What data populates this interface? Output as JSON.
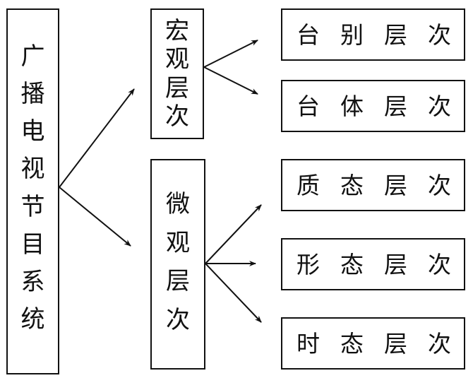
{
  "diagram": {
    "root": {
      "label": "广播电视节目系统",
      "chars": [
        "广",
        "播",
        "电",
        "视",
        "节",
        "目",
        "系",
        "统"
      ]
    },
    "branches": [
      {
        "label": "宏观层次",
        "chars": [
          "宏",
          "观",
          "层",
          "次"
        ],
        "children": [
          {
            "label": "台别层次",
            "chars": [
              "台",
              "别",
              "层",
              "次"
            ]
          },
          {
            "label": "台体层次",
            "chars": [
              "台",
              "体",
              "层",
              "次"
            ]
          }
        ]
      },
      {
        "label": "微观层次",
        "chars": [
          "微",
          "观",
          "层",
          "次"
        ],
        "children": [
          {
            "label": "质态层次",
            "chars": [
              "质",
              "态",
              "层",
              "次"
            ]
          },
          {
            "label": "形态层次",
            "chars": [
              "形",
              "态",
              "层",
              "次"
            ]
          },
          {
            "label": "时态层次",
            "chars": [
              "时",
              "态",
              "层",
              "次"
            ]
          }
        ]
      }
    ],
    "edges": [
      {
        "from": "广播电视节目系统",
        "to": "宏观层次"
      },
      {
        "from": "广播电视节目系统",
        "to": "微观层次"
      },
      {
        "from": "宏观层次",
        "to": "台别层次"
      },
      {
        "from": "宏观层次",
        "to": "台体层次"
      },
      {
        "from": "微观层次",
        "to": "质态层次"
      },
      {
        "from": "微观层次",
        "to": "形态层次"
      },
      {
        "from": "微观层次",
        "to": "时态层次"
      }
    ],
    "colors": {
      "stroke": "#111111",
      "background": "#ffffff"
    }
  }
}
